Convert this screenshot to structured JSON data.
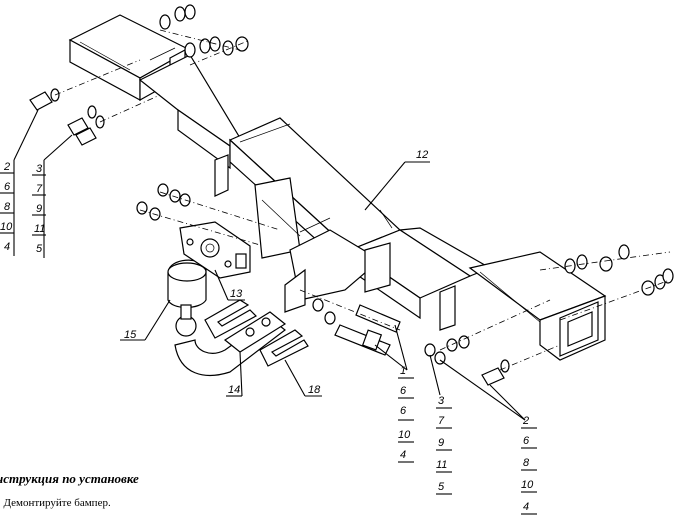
{
  "heading": "нструкция по установке",
  "step": ". Демонтируйте бампер.",
  "callouts": {
    "beam": "12",
    "ball": "15",
    "plate": "13",
    "ball_mount": "14",
    "shim": "18",
    "left_stack_a": [
      "2",
      "6",
      "8",
      "10",
      "4"
    ],
    "left_stack_b": [
      "3",
      "7",
      "9",
      "11",
      "5"
    ],
    "center_stack": [
      "1",
      "6",
      "6",
      "10",
      "4"
    ],
    "right_stack_a": [
      "3",
      "7",
      "9",
      "11",
      "5"
    ],
    "right_stack_b": [
      "2",
      "6",
      "8",
      "10",
      "4"
    ]
  }
}
